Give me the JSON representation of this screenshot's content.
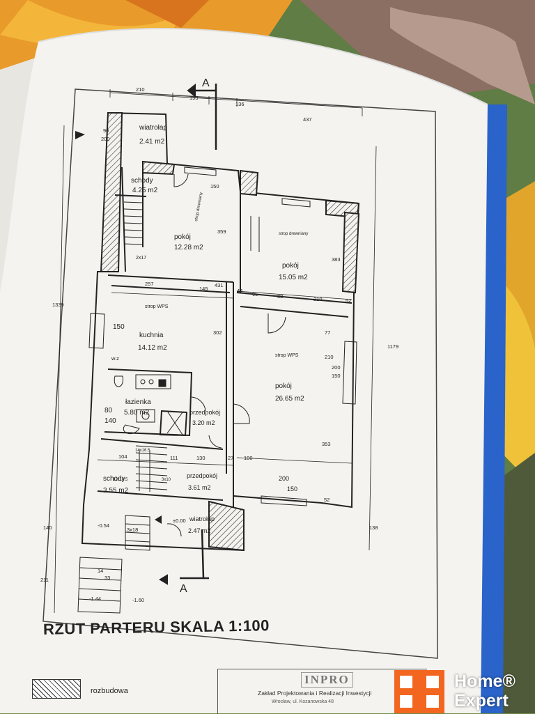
{
  "plan": {
    "title": "RZUT PARTERU  SKALA 1:100",
    "section_label": "A",
    "rooms": [
      {
        "id": "wiatrolap-top",
        "name": "wiatrołap",
        "area": "2.41 m2"
      },
      {
        "id": "schody-top",
        "name": "schody",
        "area": "4.25 m2"
      },
      {
        "id": "pokoj-1",
        "name": "pokój",
        "area": "12.28 m2",
        "note": "strop drewniany"
      },
      {
        "id": "pokoj-2",
        "name": "pokój",
        "area": "15.05 m2",
        "note": "strop drewniany"
      },
      {
        "id": "kuchnia",
        "name": "kuchnia",
        "area": "14.12 m2",
        "note": "strop WPS"
      },
      {
        "id": "pokoj-3",
        "name": "pokój",
        "area": "26.65 m2",
        "note": "strop WPS"
      },
      {
        "id": "lazienka",
        "name": "łazienka",
        "area": "5.80 m2"
      },
      {
        "id": "przedpokoj-1",
        "name": "przedpokój",
        "area": "3.20 m2"
      },
      {
        "id": "schody-bottom",
        "name": "schody",
        "area": "3.55 m2"
      },
      {
        "id": "przedpokoj-2",
        "name": "przedpokój",
        "area": "3.61 m2"
      },
      {
        "id": "wiatrolap-bottom",
        "name": "wiatrołap",
        "area": "2.47 m2"
      }
    ],
    "dimensions": [
      "210",
      "193",
      "136",
      "437",
      "90",
      "200",
      "150",
      "359",
      "383",
      "257",
      "145",
      "431",
      "44",
      "95",
      "88",
      "210",
      "52",
      "150",
      "302",
      "77",
      "210",
      "200",
      "150",
      "1179",
      "1339",
      "80",
      "140",
      "104",
      "111",
      "130",
      "27",
      "100",
      "353",
      "200",
      "150",
      "52",
      "138",
      "140",
      "211",
      "3x18",
      "-0.54",
      "±0.00",
      "-1.44",
      "-1.60",
      "w.z",
      "12x18.5",
      "3x10",
      "14x16.5",
      "33",
      "14"
    ],
    "marks": [
      "2x17"
    ]
  },
  "legend": {
    "label": "rozbudowa"
  },
  "stamp": {
    "logo": "INPRO",
    "line1": "Zakład Projektowania i Realizacji Inwestycji",
    "line2": "Wrocław, ul. Kozanowska 48"
  },
  "watermark": {
    "line1": "Home®",
    "line2": "Expert"
  }
}
